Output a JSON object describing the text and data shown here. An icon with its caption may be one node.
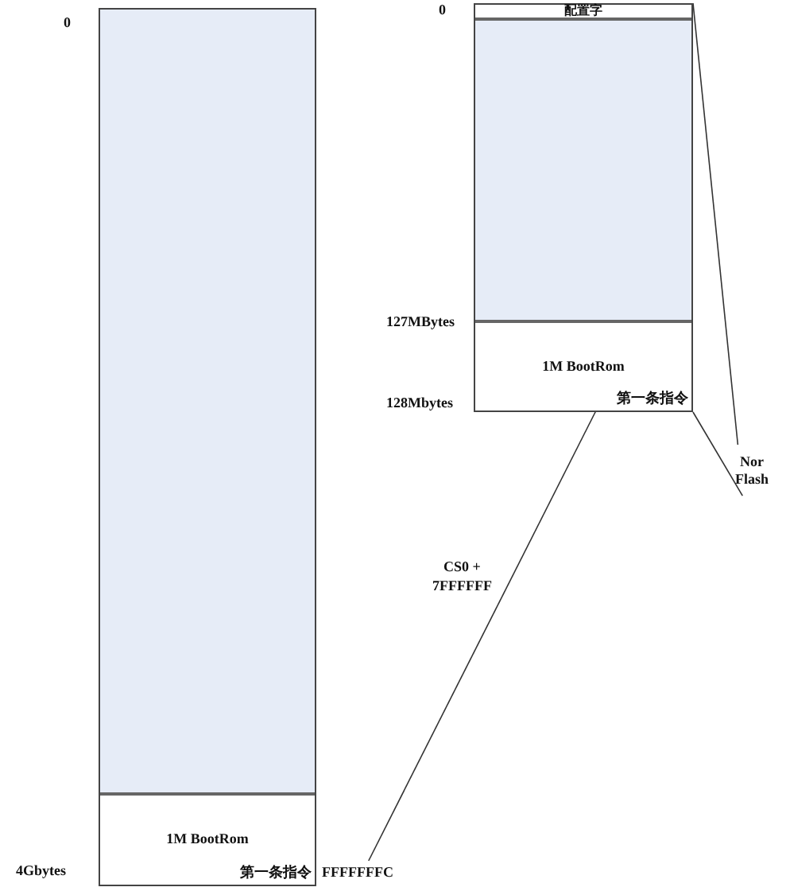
{
  "diagram": {
    "nodes": [
      {
        "text": [],
        "shape": "box"
      },
      {
        "text": [],
        "shape": "box",
        "in": 0
      },
      {
        "text": [
          "1M BootRom",
          "第一条指令"
        ],
        "in": 0
      },
      {
        "text": [],
        "shape": "box"
      },
      {
        "text": [
          "配置字"
        ],
        "in": 3
      },
      {
        "text": [],
        "shape": "box",
        "in": 3
      },
      {
        "text": [
          "1M BootRom",
          "第一条指令"
        ],
        "in": 3
      },
      {
        "text": [
          "Nor Flash"
        ]
      },
      {
        "text": [
          "FFFFFFFC"
        ]
      }
    ],
    "edges": [
      {
        "from": 7,
        "to": 3,
        "arrow": "none"
      },
      {
        "from": 7,
        "to": 3,
        "arrow": "none"
      },
      {
        "from": 6,
        "to": 8,
        "arrow": "none",
        "label": "CS0 + 7FFFFFF"
      }
    ],
    "labels": [
      "0",
      "0",
      "127MBytes",
      "128Mbytes",
      "4Gbytes"
    ]
  }
}
